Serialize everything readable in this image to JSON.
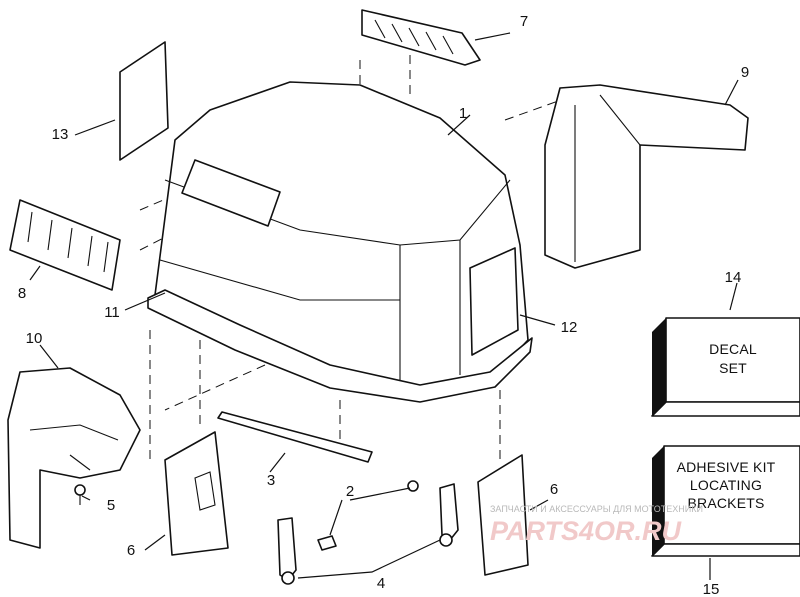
{
  "callouts": [
    {
      "label": "1"
    },
    {
      "label": "2"
    },
    {
      "label": "3"
    },
    {
      "label": "4"
    },
    {
      "label": "5"
    },
    {
      "label": "6"
    },
    {
      "label": "6"
    },
    {
      "label": "7"
    },
    {
      "label": "8"
    },
    {
      "label": "9"
    },
    {
      "label": "10"
    },
    {
      "label": "11"
    },
    {
      "label": "12"
    },
    {
      "label": "13"
    },
    {
      "label": "14"
    },
    {
      "label": "15"
    }
  ],
  "decal_box": {
    "line1": "DECAL",
    "line2": "SET"
  },
  "kit_box": {
    "line1": "ADHESIVE KIT",
    "line2": "LOCATING",
    "line3": "BRACKETS"
  },
  "watermark": {
    "small": "ЗАПЧАСТИ И АКСЕССУАРЫ ДЛЯ МОТОТЕХНИКИ",
    "big": "PARTS4OR.RU"
  },
  "colors": {
    "line": "#111111",
    "watermark": "#f1c9c9",
    "background": "#ffffff"
  }
}
